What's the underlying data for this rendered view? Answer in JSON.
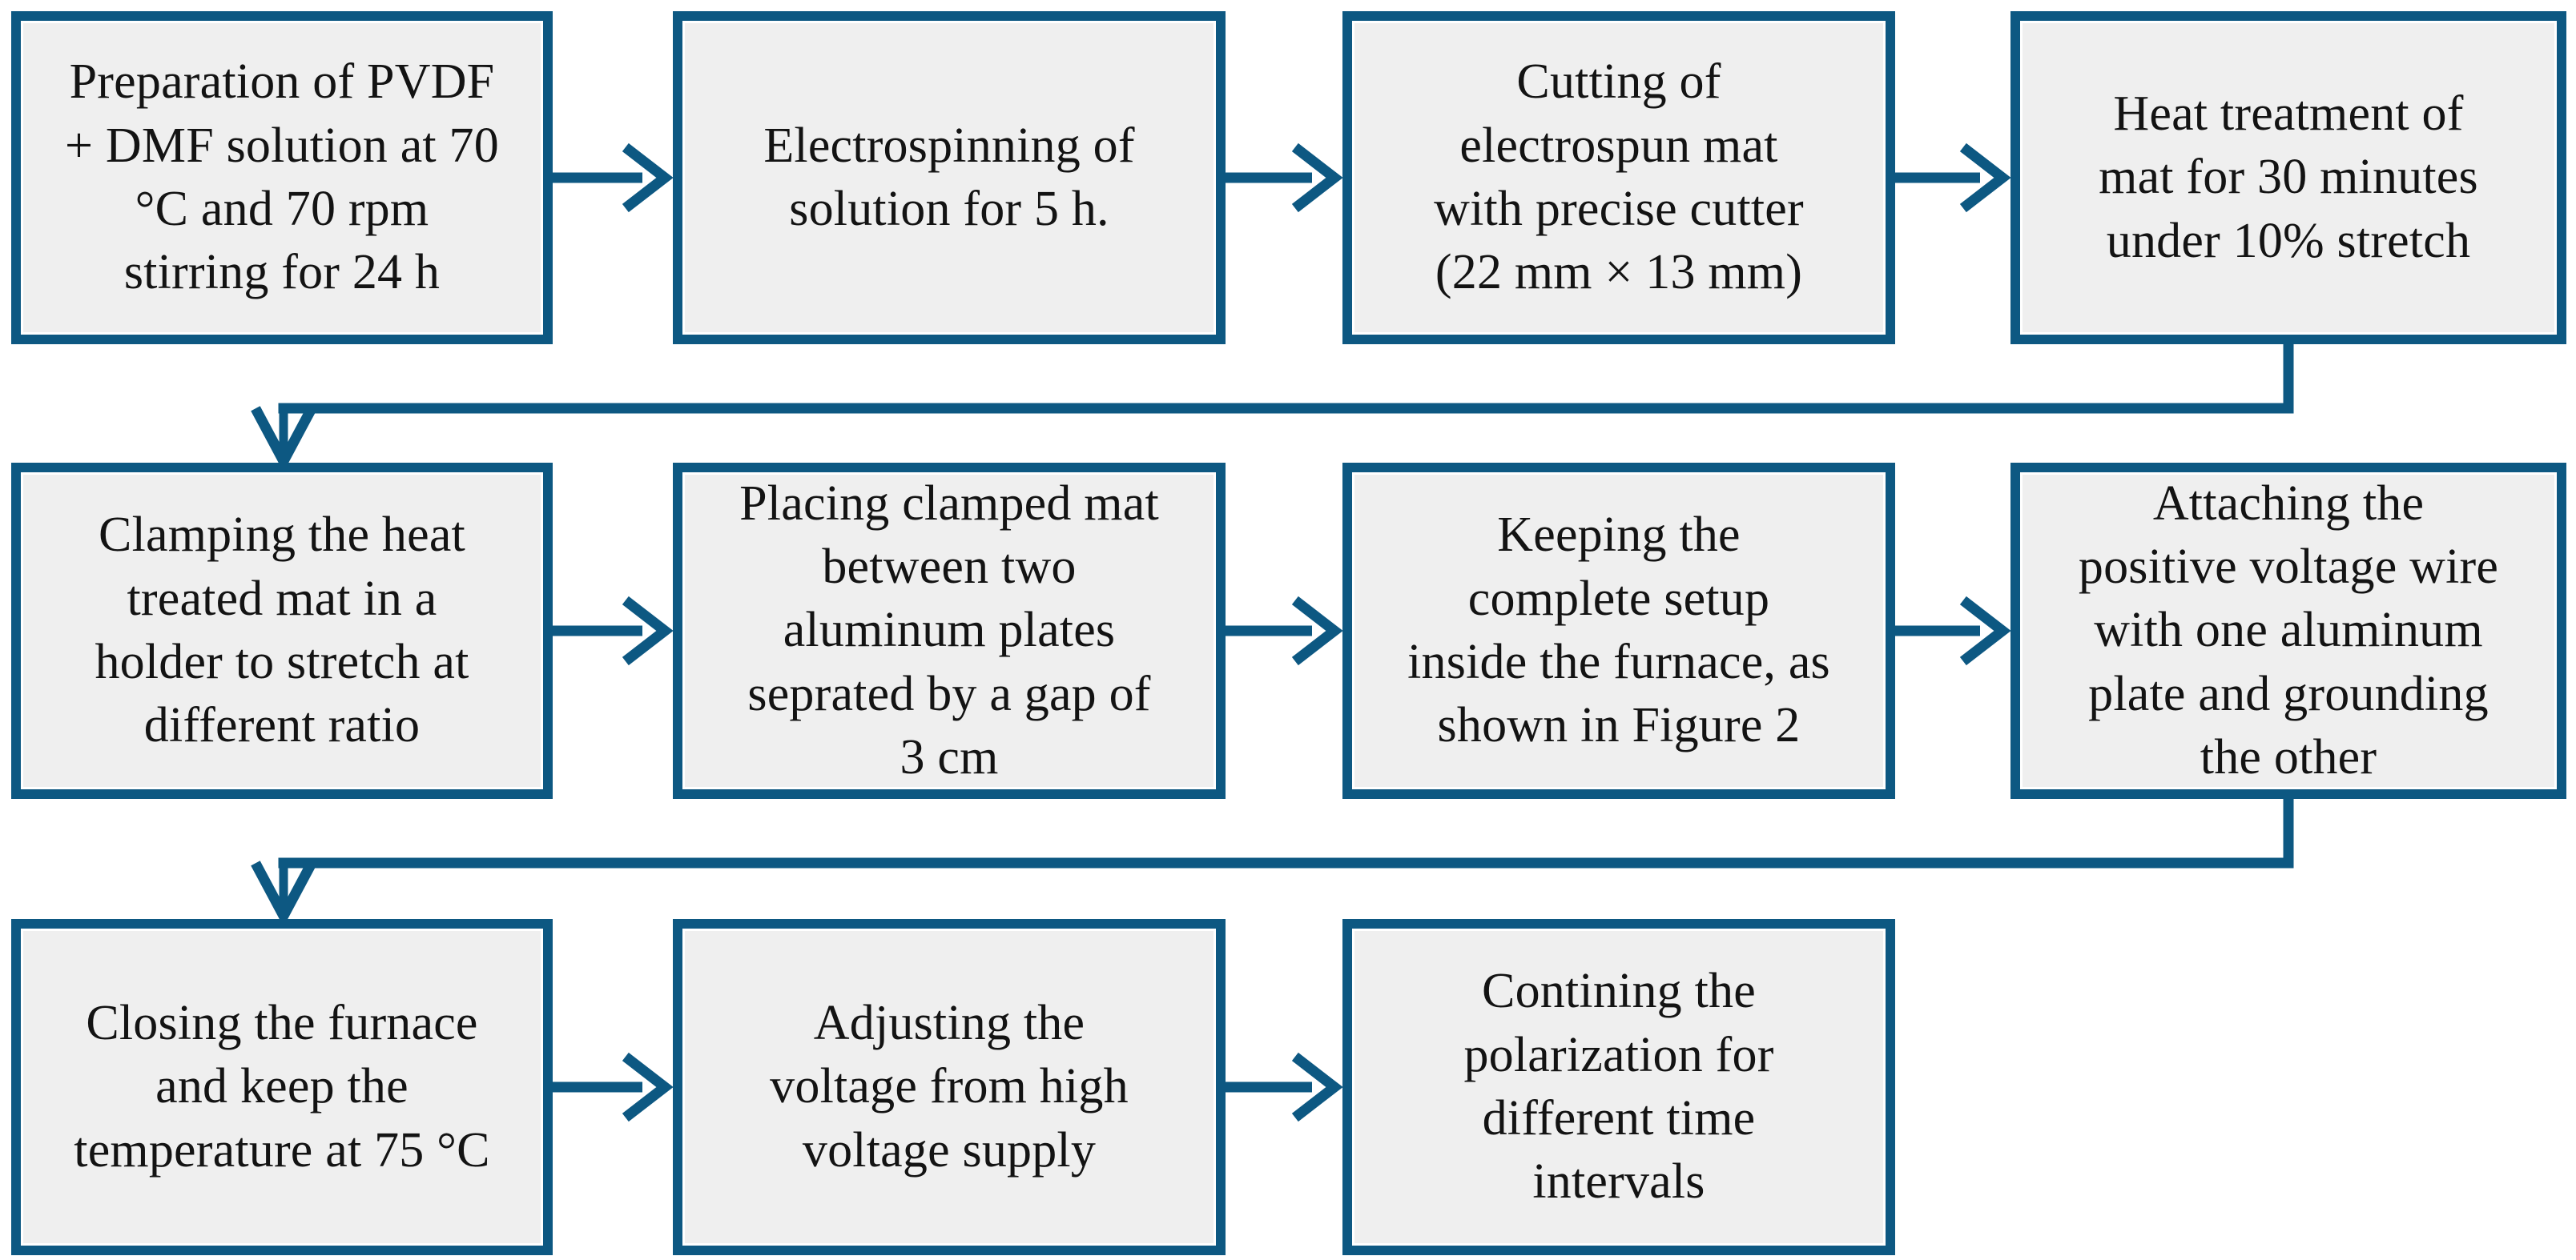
{
  "diagram": {
    "title": "PVDF electrospun mat preparation and polarization process flowchart",
    "type": "flowchart",
    "colors": {
      "box_border": "#0d5882",
      "box_fill": "#efefef",
      "connector": "#0d5882",
      "text": "#131313"
    },
    "rows": [
      {
        "row_index": 1,
        "steps": [
          {
            "step": 1,
            "text": "Preparation of PVDF\n+ DMF solution at 70\n°C and 70 rpm\nstirring for 24 h"
          },
          {
            "step": 2,
            "text": "Electrospinning of\nsolution for 5 h."
          },
          {
            "step": 3,
            "text": "Cutting of\nelectrospun mat\nwith precise cutter\n(22 mm × 13 mm)"
          },
          {
            "step": 4,
            "text": "Heat treatment of\nmat for 30 minutes\nunder 10% stretch"
          }
        ]
      },
      {
        "row_index": 2,
        "steps": [
          {
            "step": 5,
            "text": "Clamping the heat\ntreated mat in a\nholder to stretch at\ndifferent ratio"
          },
          {
            "step": 6,
            "text": "Placing clamped mat\nbetween two\naluminum plates\nseprated by a gap of\n3 cm"
          },
          {
            "step": 7,
            "text": "Keeping the\ncomplete setup\ninside the furnace, as\nshown in Figure 2"
          },
          {
            "step": 8,
            "text": "Attaching the\npositive voltage wire\nwith one aluminum\nplate and grounding\nthe other"
          }
        ]
      },
      {
        "row_index": 3,
        "steps": [
          {
            "step": 9,
            "text": "Closing the furnace\nand keep the\ntemperature at 75 °C"
          },
          {
            "step": 10,
            "text": "Adjusting the\nvoltage from high\nvoltage supply"
          },
          {
            "step": 11,
            "text": "Contining the\npolarization for\ndifferent time\nintervals"
          }
        ]
      }
    ],
    "connectors": [
      {
        "id": "arrow-1-2",
        "from": 1,
        "to": 2,
        "kind": "horizontal-arrow"
      },
      {
        "id": "arrow-2-3",
        "from": 2,
        "to": 3,
        "kind": "horizontal-arrow"
      },
      {
        "id": "arrow-3-4",
        "from": 3,
        "to": 4,
        "kind": "horizontal-arrow"
      },
      {
        "id": "wrap-4-5",
        "from": 4,
        "to": 5,
        "kind": "wrap-down-left-arrow"
      },
      {
        "id": "arrow-5-6",
        "from": 5,
        "to": 6,
        "kind": "horizontal-arrow"
      },
      {
        "id": "arrow-6-7",
        "from": 6,
        "to": 7,
        "kind": "horizontal-arrow"
      },
      {
        "id": "arrow-7-8",
        "from": 7,
        "to": 8,
        "kind": "horizontal-arrow"
      },
      {
        "id": "wrap-8-9",
        "from": 8,
        "to": 9,
        "kind": "wrap-down-left-arrow"
      },
      {
        "id": "arrow-9-10",
        "from": 9,
        "to": 10,
        "kind": "horizontal-arrow"
      },
      {
        "id": "arrow-10-11",
        "from": 10,
        "to": 11,
        "kind": "horizontal-arrow"
      }
    ]
  }
}
